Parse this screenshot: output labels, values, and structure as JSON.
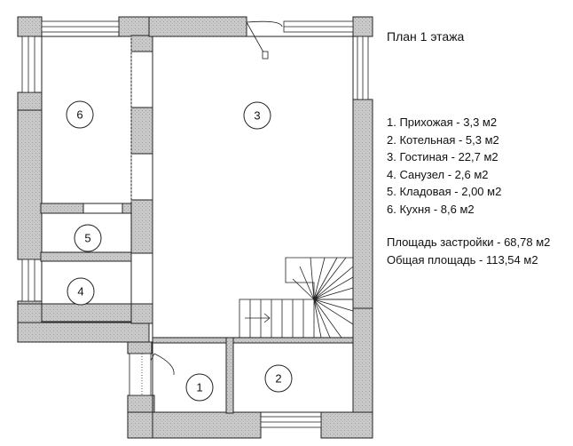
{
  "title": "План 1 этажа",
  "rooms": [
    {
      "num": "1",
      "label": "1. Прихожая - 3,3 м2"
    },
    {
      "num": "2",
      "label": "2. Котельная - 5,3 м2"
    },
    {
      "num": "3",
      "label": "3. Гостиная - 22,7 м2"
    },
    {
      "num": "4",
      "label": "4. Санузел - 2,6 м2"
    },
    {
      "num": "5",
      "label": "5. Кладовая - 2,00 м2"
    },
    {
      "num": "6",
      "label": "6. Кухня - 8,6 м2"
    }
  ],
  "totals": {
    "build_area": "Площадь застройки - 68,78 м2",
    "total_area": "Общая площадь - 113,54 м2"
  },
  "colors": {
    "wall_fill": "#c8c8c8",
    "line": "#222222"
  }
}
